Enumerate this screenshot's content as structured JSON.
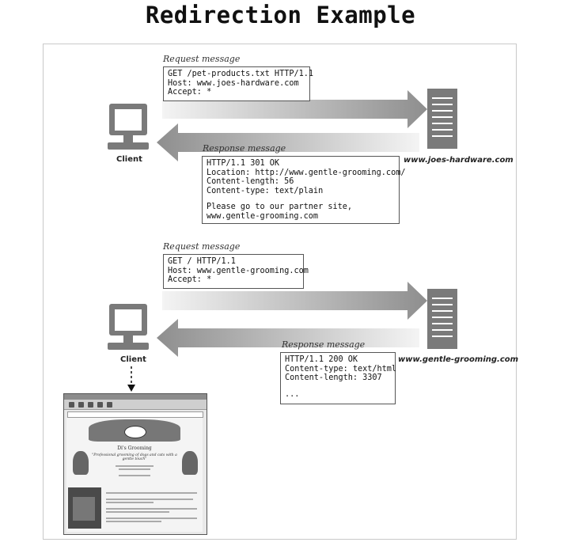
{
  "title": "Redirection Example",
  "exchange1": {
    "request_label": "Request message",
    "request_lines": [
      "GET /pet-products.txt HTTP/1.1",
      "Host: www.joes-hardware.com",
      "Accept: *"
    ],
    "response_label": "Response message",
    "response_lines": [
      "HTTP/1.1 301 OK",
      "Location: http://www.gentle-grooming.com/",
      "Content-length: 56",
      "Content-type: text/plain"
    ],
    "response_body": [
      "Please go to our partner site,",
      "www.gentle-grooming.com"
    ],
    "client_label": "Client",
    "server_label": "www.joes-hardware.com"
  },
  "exchange2": {
    "request_label": "Request message",
    "request_lines": [
      "GET / HTTP/1.1",
      "Host: www.gentle-grooming.com",
      "Accept: *"
    ],
    "response_label": "Response message",
    "response_lines": [
      "HTTP/1.1 200 OK",
      "Content-type: text/html",
      "Content-length: 3307"
    ],
    "response_body": [
      "..."
    ],
    "client_label": "Client",
    "server_label": "www.gentle-grooming.com"
  },
  "browser_page": {
    "heading": "Di's Grooming",
    "tagline": "\"Professional grooming of dogs and cats with a gentle touch\""
  },
  "colors": {
    "arrow_dark": "#8e8e8e",
    "arrow_light": "#f2f2f2",
    "icon": "#7a7a7a"
  }
}
